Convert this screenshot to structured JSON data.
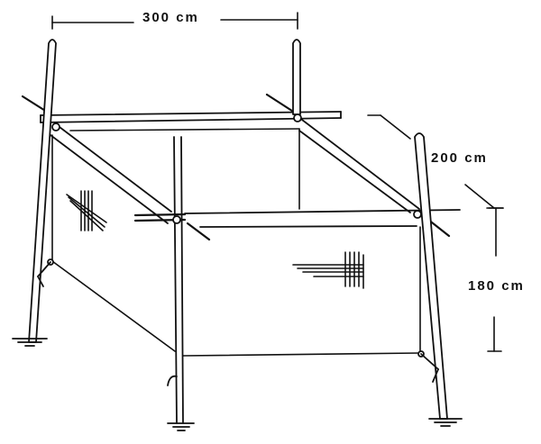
{
  "diagram": {
    "subject": "pole-frame enclosure with cloth walls",
    "dimensions": {
      "width": "300 cm",
      "depth": "200 cm",
      "height": "180 cm"
    },
    "colors": {
      "ink": "#111111",
      "background": "#ffffff"
    }
  }
}
